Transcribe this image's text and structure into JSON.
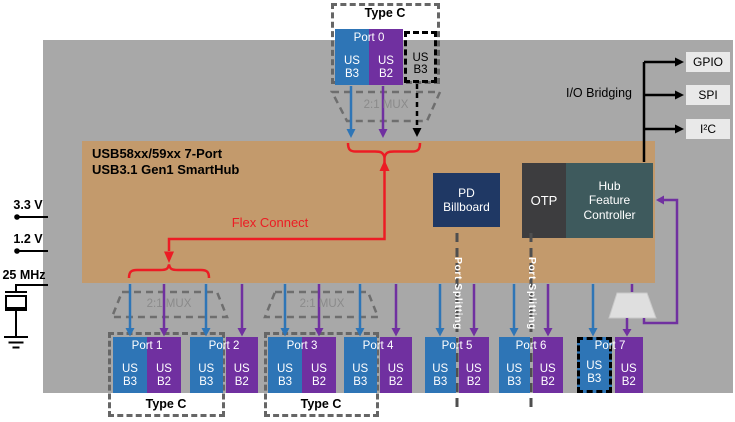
{
  "colors": {
    "panel": "#a8a8a8",
    "hub": "#c39a6c",
    "usb3": "#2e75b6",
    "usb2": "#7030a0",
    "pd": "#1f3864",
    "otp": "#3d3d3f",
    "hfc": "#3e5a5d",
    "red": "#ec1c24",
    "io_box": "#e9e9e9",
    "dash_dark": "#4f4f4f",
    "mux_text": "#8a8a8a",
    "mux7_fill": "#dfdfdf"
  },
  "hub": {
    "title": "USB58xx/59xx 7-Port\nUSB3.1 Gen1 SmartHub",
    "pd_billboard": "PD\nBillboard",
    "otp": "OTP",
    "hub_feature_controller": "Hub\nFeature\nController"
  },
  "io_bridging": {
    "label": "I/O Bridging",
    "targets": [
      "GPIO",
      "SPI",
      "I²C"
    ]
  },
  "left_inputs": {
    "v33": "3.3 V",
    "v12": "1.2 V",
    "clock": "25 MHz"
  },
  "labels": {
    "flex_connect": "Flex Connect",
    "mux": "2:1 MUX",
    "type_c": "Type C",
    "port_splitting": "Port Splitting",
    "us_b3": "US\nB3",
    "us_b2": "US\nB2"
  },
  "ports": [
    {
      "name": "Port 0"
    },
    {
      "name": "Port 1"
    },
    {
      "name": "Port 2"
    },
    {
      "name": "Port 3"
    },
    {
      "name": "Port 4"
    },
    {
      "name": "Port 5"
    },
    {
      "name": "Port 6"
    },
    {
      "name": "Port 7"
    }
  ]
}
